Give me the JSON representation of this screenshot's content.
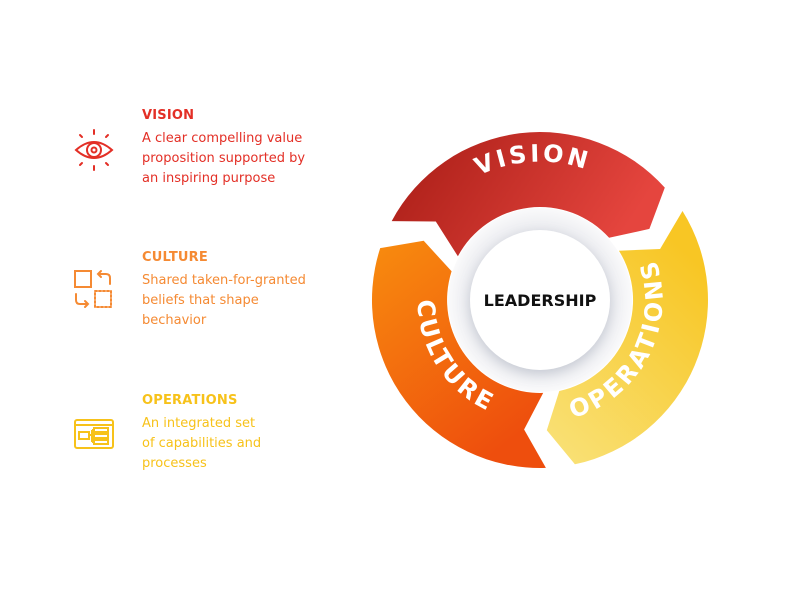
{
  "items": [
    {
      "title": "VISION",
      "text_lines": [
        "A clear compelling value",
        "proposition supported by",
        "an inspiring purpose"
      ],
      "color": "#e32f26",
      "icon": "eye-icon"
    },
    {
      "title": "CULTURE",
      "text_lines": [
        "Shared taken-for-granted",
        "beliefs that shape",
        "bechavior"
      ],
      "color": "#f58a33",
      "icon": "swap-squares-icon"
    },
    {
      "title": "OPERATIONS",
      "text_lines": [
        "An integrated set",
        "of capabilities and",
        "processes"
      ],
      "color": "#f7c21a",
      "icon": "process-window-icon"
    }
  ],
  "wheel": {
    "center_label": "LEADERSHIP",
    "segments": [
      {
        "label": "VISION",
        "color_from": "#a71c15",
        "color_to": "#e5453e"
      },
      {
        "label": "OPERATIONS",
        "color_from": "#f9e27a",
        "color_to": "#f8c624"
      },
      {
        "label": "CULTURE",
        "color_from": "#f88c0e",
        "color_to": "#ee4e0d"
      }
    ]
  }
}
